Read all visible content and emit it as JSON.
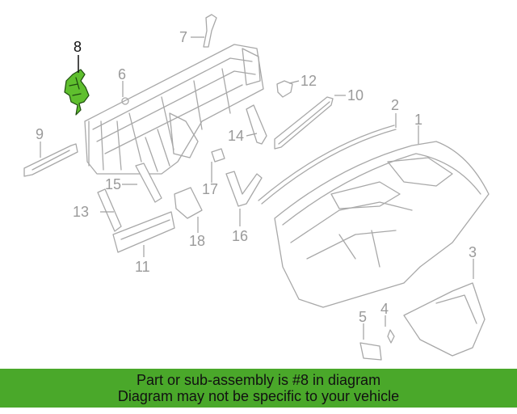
{
  "diagram": {
    "highlight_color": "#5fbf2e",
    "callouts": {
      "c1": "1",
      "c2": "2",
      "c3": "3",
      "c4": "4",
      "c5": "5",
      "c6": "6",
      "c7": "7",
      "c8": "8",
      "c9": "9",
      "c10": "10",
      "c11": "11",
      "c12": "12",
      "c13": "13",
      "c14": "14",
      "c15": "15",
      "c16": "16",
      "c17": "17",
      "c18": "18"
    },
    "highlighted_part": "8"
  },
  "banner": {
    "line1": "Part or sub-assembly is #8 in diagram",
    "line2": "Diagram may not be specific to your vehicle",
    "color": "#4aa82a"
  }
}
